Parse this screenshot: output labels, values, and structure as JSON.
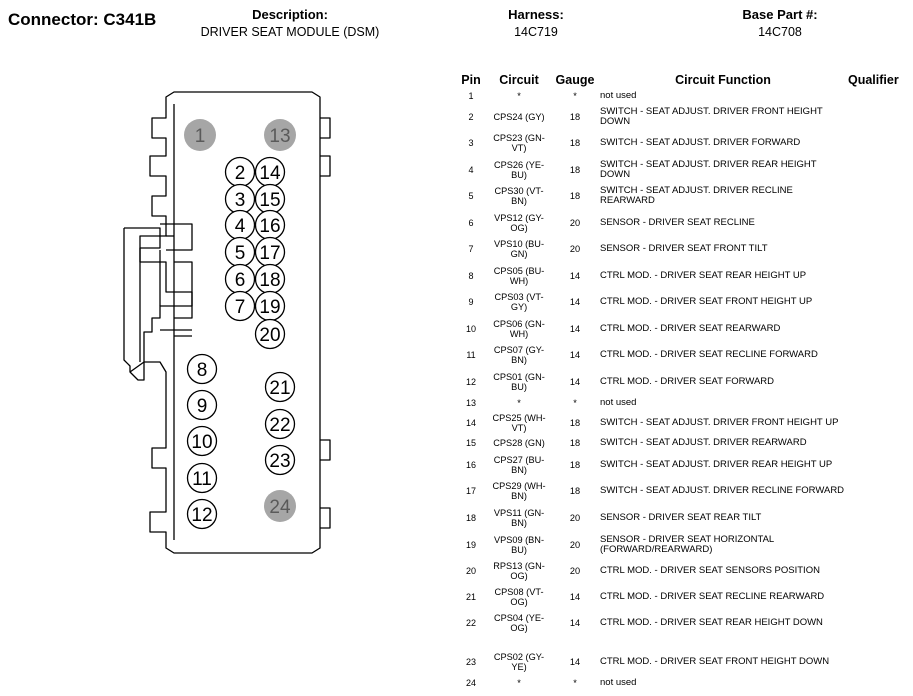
{
  "header": {
    "connector_title": "Connector: C341B",
    "description_label": "Description:",
    "description_value": "DRIVER SEAT MODULE (DSM)",
    "harness_label": "Harness:",
    "harness_value": "14C719",
    "base_part_label": "Base Part #:",
    "base_part_value": "14C708"
  },
  "table": {
    "columns": [
      "Pin",
      "Circuit",
      "Gauge",
      "Circuit Function",
      "Qualifier"
    ],
    "rows": [
      {
        "pin": "1",
        "circuit": "*",
        "gauge": "*",
        "function": "not used"
      },
      {
        "pin": "2",
        "circuit": "CPS24 (GY)",
        "gauge": "18",
        "function": "SWITCH - SEAT ADJUST. DRIVER FRONT HEIGHT DOWN"
      },
      {
        "pin": "3",
        "circuit": "CPS23 (GN-VT)",
        "gauge": "18",
        "function": "SWITCH - SEAT ADJUST. DRIVER FORWARD"
      },
      {
        "pin": "4",
        "circuit": "CPS26 (YE-BU)",
        "gauge": "18",
        "function": "SWITCH - SEAT ADJUST. DRIVER REAR HEIGHT DOWN"
      },
      {
        "pin": "5",
        "circuit": "CPS30 (VT-BN)",
        "gauge": "18",
        "function": "SWITCH - SEAT ADJUST. DRIVER RECLINE REARWARD"
      },
      {
        "pin": "6",
        "circuit": "VPS12 (GY-OG)",
        "gauge": "20",
        "function": "SENSOR - DRIVER SEAT RECLINE"
      },
      {
        "pin": "7",
        "circuit": "VPS10 (BU-GN)",
        "gauge": "20",
        "function": "SENSOR - DRIVER SEAT FRONT TILT"
      },
      {
        "pin": "8",
        "circuit": "CPS05 (BU-WH)",
        "gauge": "14",
        "function": "CTRL MOD. - DRIVER SEAT REAR HEIGHT UP"
      },
      {
        "pin": "9",
        "circuit": "CPS03 (VT-GY)",
        "gauge": "14",
        "function": "CTRL MOD. - DRIVER SEAT FRONT HEIGHT UP"
      },
      {
        "pin": "10",
        "circuit": "CPS06 (GN-WH)",
        "gauge": "14",
        "function": "CTRL MOD. - DRIVER SEAT REARWARD"
      },
      {
        "pin": "11",
        "circuit": "CPS07 (GY-BN)",
        "gauge": "14",
        "function": "CTRL MOD. - DRIVER SEAT RECLINE FORWARD"
      },
      {
        "pin": "12",
        "circuit": "CPS01 (GN-BU)",
        "gauge": "14",
        "function": "CTRL MOD. - DRIVER SEAT FORWARD"
      },
      {
        "pin": "13",
        "circuit": "*",
        "gauge": "*",
        "function": "not used"
      },
      {
        "pin": "14",
        "circuit": "CPS25 (WH-VT)",
        "gauge": "18",
        "function": "SWITCH - SEAT ADJUST. DRIVER FRONT HEIGHT UP"
      },
      {
        "pin": "15",
        "circuit": "CPS28 (GN)",
        "gauge": "18",
        "function": "SWITCH - SEAT ADJUST. DRIVER REARWARD"
      },
      {
        "pin": "16",
        "circuit": "CPS27 (BU-BN)",
        "gauge": "18",
        "function": "SWITCH - SEAT ADJUST. DRIVER REAR HEIGHT UP"
      },
      {
        "pin": "17",
        "circuit": "CPS29 (WH-BN)",
        "gauge": "18",
        "function": "SWITCH - SEAT ADJUST. DRIVER RECLINE FORWARD"
      },
      {
        "pin": "18",
        "circuit": "VPS11 (GN-BN)",
        "gauge": "20",
        "function": "SENSOR - DRIVER SEAT REAR TILT"
      },
      {
        "pin": "19",
        "circuit": "VPS09 (BN-BU)",
        "gauge": "20",
        "function": "SENSOR - DRIVER SEAT HORIZONTAL (FORWARD/REARWARD)"
      },
      {
        "pin": "20",
        "circuit": "RPS13 (GN-OG)",
        "gauge": "20",
        "function": "CTRL MOD. - DRIVER SEAT SENSORS POSITION"
      },
      {
        "pin": "21",
        "circuit": "CPS08 (VT-OG)",
        "gauge": "14",
        "function": "CTRL MOD. - DRIVER SEAT RECLINE REARWARD"
      },
      {
        "pin": "22",
        "circuit": "CPS04 (YE-OG)",
        "gauge": "14",
        "function": "CTRL MOD. - DRIVER SEAT REAR HEIGHT DOWN"
      },
      {
        "pin": "23",
        "circuit": "CPS02 (GY-YE)",
        "gauge": "14",
        "function": "CTRL MOD. - DRIVER SEAT FRONT HEIGHT DOWN"
      },
      {
        "pin": "24",
        "circuit": "*",
        "gauge": "*",
        "function": "not used"
      }
    ]
  },
  "connector": {
    "unused_pin_fill": "#a6a6a6",
    "pins": [
      {
        "label": "1",
        "used": false
      },
      {
        "label": "13",
        "used": false
      },
      {
        "label": "2",
        "used": true
      },
      {
        "label": "14",
        "used": true
      },
      {
        "label": "3",
        "used": true
      },
      {
        "label": "15",
        "used": true
      },
      {
        "label": "4",
        "used": true
      },
      {
        "label": "16",
        "used": true
      },
      {
        "label": "5",
        "used": true
      },
      {
        "label": "17",
        "used": true
      },
      {
        "label": "6",
        "used": true
      },
      {
        "label": "18",
        "used": true
      },
      {
        "label": "7",
        "used": true
      },
      {
        "label": "19",
        "used": true
      },
      {
        "label": "20",
        "used": true
      },
      {
        "label": "8",
        "used": true
      },
      {
        "label": "21",
        "used": true
      },
      {
        "label": "9",
        "used": true
      },
      {
        "label": "22",
        "used": true
      },
      {
        "label": "10",
        "used": true
      },
      {
        "label": "23",
        "used": true
      },
      {
        "label": "11",
        "used": true
      },
      {
        "label": "12",
        "used": true
      },
      {
        "label": "24",
        "used": false
      }
    ]
  }
}
